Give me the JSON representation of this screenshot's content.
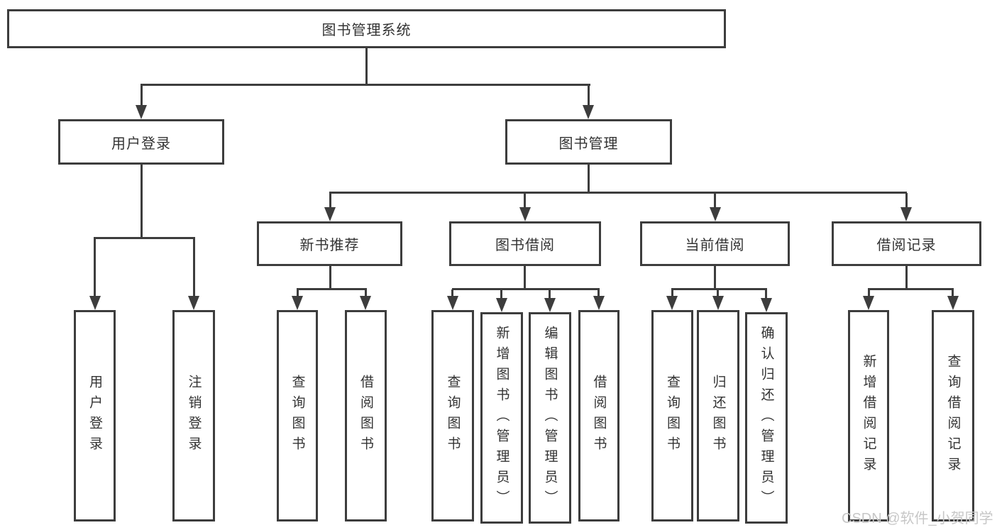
{
  "tree": {
    "label": "图书管理系统",
    "children": [
      {
        "label": "用户登录",
        "children": [
          {
            "label": "用户登录"
          },
          {
            "label": "注销登录"
          }
        ]
      },
      {
        "label": "图书管理",
        "children": [
          {
            "label": "新书推荐",
            "children": [
              {
                "label": "查询图书"
              },
              {
                "label": "借阅图书"
              }
            ]
          },
          {
            "label": "图书借阅",
            "children": [
              {
                "label": "查询图书"
              },
              {
                "label": "新增图书（管理员）"
              },
              {
                "label": "编辑图书（管理员）"
              },
              {
                "label": "借阅图书"
              }
            ]
          },
          {
            "label": "当前借阅",
            "children": [
              {
                "label": "查询图书"
              },
              {
                "label": "归还图书"
              },
              {
                "label": "确认归还（管理员）"
              }
            ]
          },
          {
            "label": "借阅记录",
            "children": [
              {
                "label": "新增借阅记录"
              },
              {
                "label": "查询借阅记录"
              }
            ]
          }
        ]
      }
    ]
  },
  "watermark": {
    "text": "CSDN @软件_小贺同学"
  },
  "colors": {
    "line": "#3d3d3d",
    "text": "#333333",
    "background": "#ffffff",
    "watermark": "#c7c7c7"
  }
}
